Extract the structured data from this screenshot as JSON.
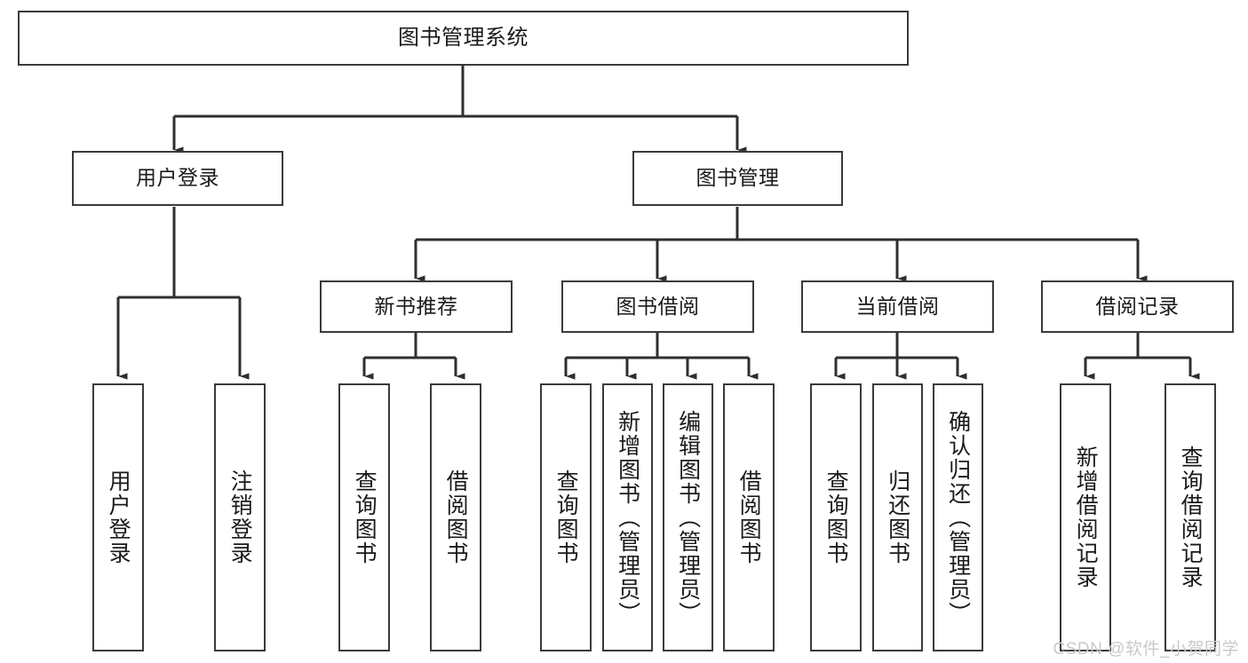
{
  "diagram": {
    "title": "图书管理系统",
    "type": "hierarchy-tree",
    "watermark": "CSDN @软件_小贺同学",
    "colors": {
      "box_border": "#3a3a3a",
      "box_fill": "#ffffff",
      "connector": "#2f2f2f",
      "text": "#1a1a1a",
      "watermark": "#c9c9c9"
    },
    "nodes": {
      "root": {
        "label": "图书管理系统"
      },
      "level1": [
        {
          "label": "用户登录"
        },
        {
          "label": "图书管理"
        }
      ],
      "level2": [
        {
          "label": "新书推荐"
        },
        {
          "label": "图书借阅"
        },
        {
          "label": "当前借阅"
        },
        {
          "label": "借阅记录"
        }
      ],
      "leaves": {
        "user_login": [
          {
            "label": "用户登录"
          },
          {
            "label": "注销登录"
          }
        ],
        "new_book_recommend": [
          {
            "label": "查询图书"
          },
          {
            "label": "借阅图书"
          }
        ],
        "book_borrow": [
          {
            "label": "查询图书"
          },
          {
            "label": "新增图书（管理员）"
          },
          {
            "label": "编辑图书（管理员）"
          },
          {
            "label": "借阅图书"
          }
        ],
        "current_borrow": [
          {
            "label": "查询图书"
          },
          {
            "label": "归还图书"
          },
          {
            "label": "确认归还（管理员）"
          }
        ],
        "borrow_record": [
          {
            "label": "新增借阅记录"
          },
          {
            "label": "查询借阅记录"
          }
        ]
      }
    }
  }
}
